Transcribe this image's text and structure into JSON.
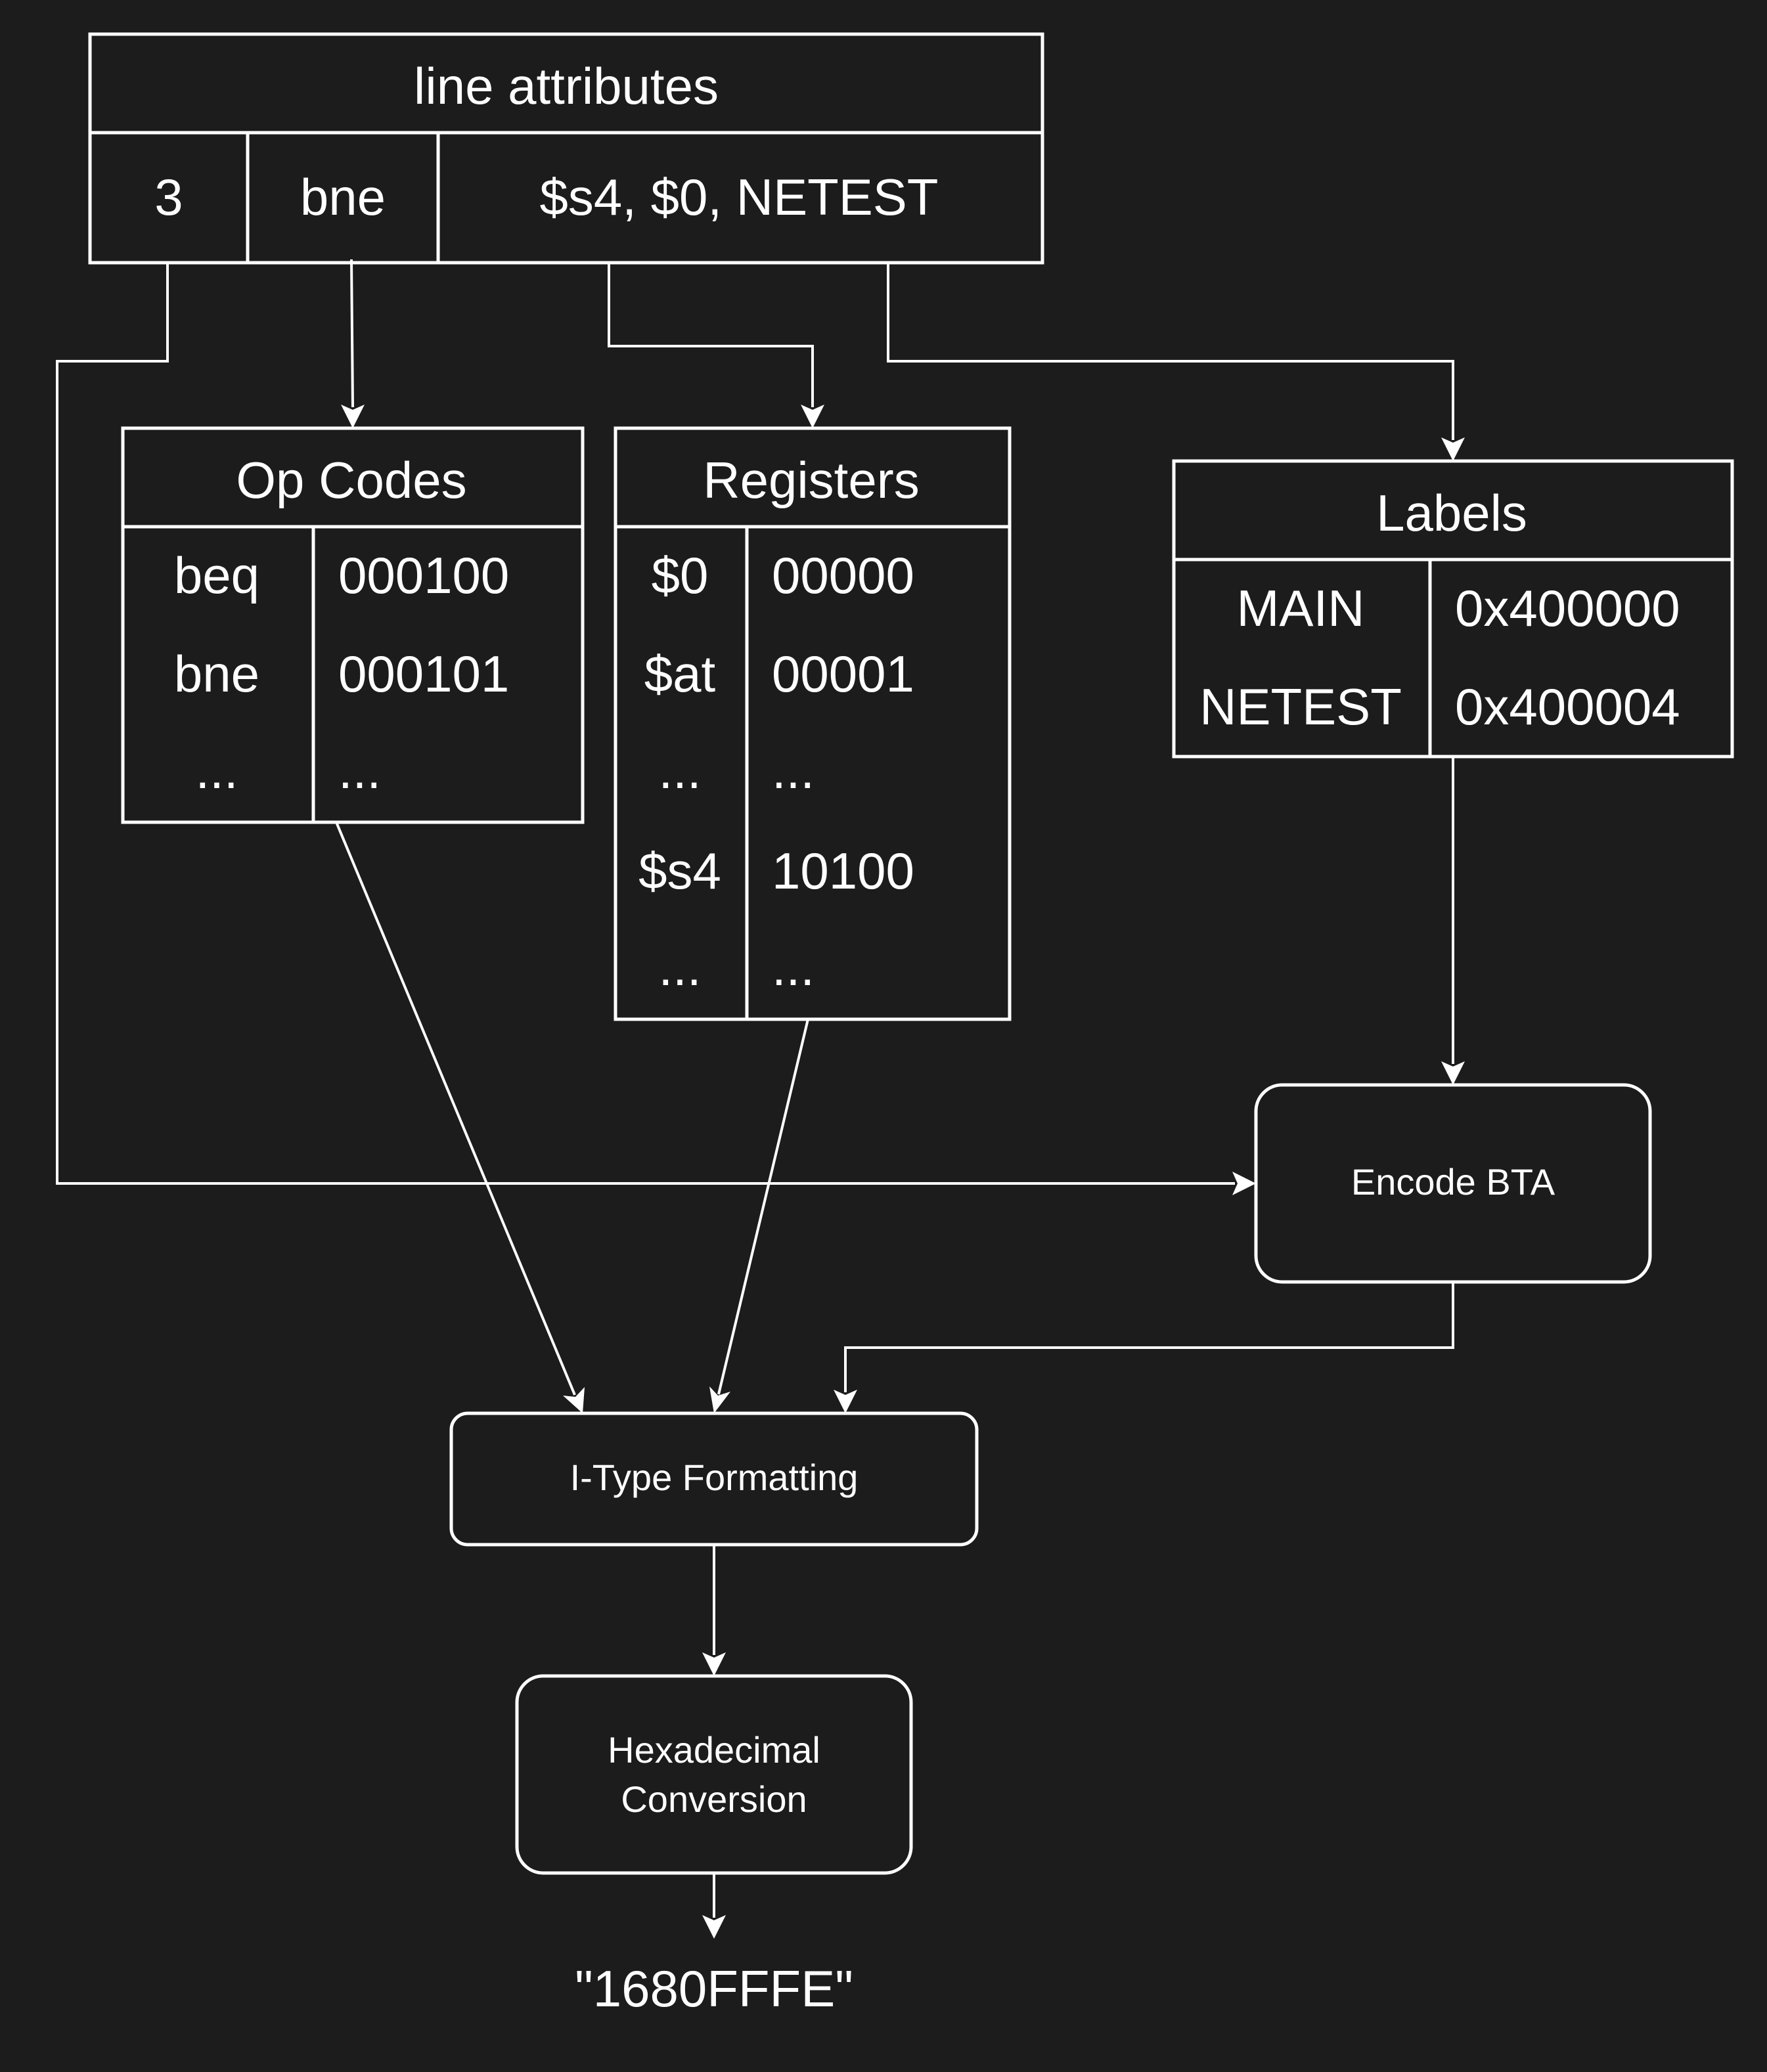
{
  "line_attributes": {
    "title": "line attributes",
    "fields": [
      "3",
      "bne",
      "$s4, $0, NETEST"
    ]
  },
  "op_codes": {
    "title": "Op Codes",
    "rows": [
      {
        "key": "beq",
        "value": "000100"
      },
      {
        "key": "bne",
        "value": "000101"
      },
      {
        "key": "...",
        "value": "..."
      }
    ]
  },
  "registers": {
    "title": "Registers",
    "rows": [
      {
        "key": "$0",
        "value": "00000"
      },
      {
        "key": "$at",
        "value": "00001"
      },
      {
        "key": "...",
        "value": "..."
      },
      {
        "key": "$s4",
        "value": "10100"
      },
      {
        "key": "...",
        "value": "..."
      }
    ]
  },
  "labels": {
    "title": "Labels",
    "rows": [
      {
        "key": "MAIN",
        "value": "0x400000"
      },
      {
        "key": "NETEST",
        "value": "0x400004"
      }
    ]
  },
  "processes": {
    "encode_bta": "Encode BTA",
    "itype_formatting": "I-Type Formatting",
    "hex_conversion_line1": "Hexadecimal",
    "hex_conversion_line2": "Conversion"
  },
  "output": "\"1680FFFE\"",
  "colors": {
    "background": "#1c1c1c",
    "stroke": "#ffffff",
    "text": "#ffffff"
  }
}
